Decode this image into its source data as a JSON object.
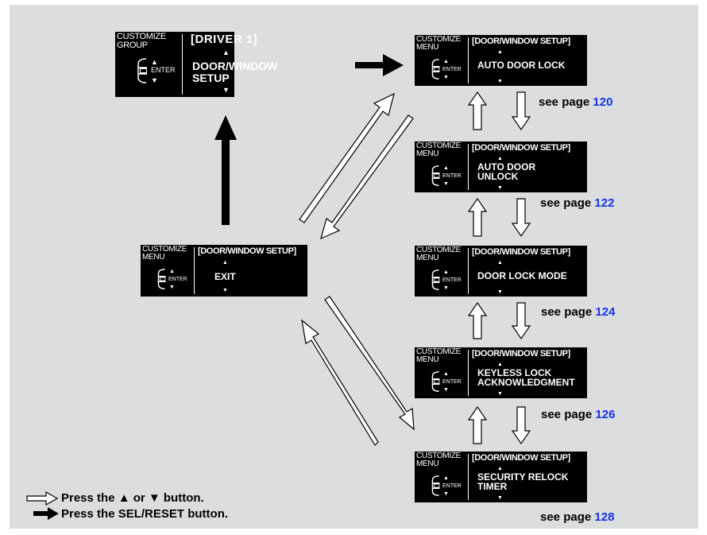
{
  "top_screen": {
    "left_label": "CUSTOMIZE\nGROUP",
    "enter": "ENTER",
    "header": "[DRIVER 1]",
    "item": "DOOR/WINDOW\nSETUP"
  },
  "exit_screen": {
    "left_label": "CUSTOMIZE\nMENU",
    "enter": "ENTER",
    "header": "[DOOR/WINDOW SETUP]",
    "item": "EXIT"
  },
  "menu_screens": [
    {
      "left_label": "CUSTOMIZE\nMENU",
      "enter": "ENTER",
      "header": "[DOOR/WINDOW SETUP]",
      "item": "AUTO DOOR LOCK",
      "see_label": "see page",
      "page": "120"
    },
    {
      "left_label": "CUSTOMIZE\nMENU",
      "enter": "ENTER",
      "header": "[DOOR/WINDOW SETUP]",
      "item": "AUTO DOOR\nUNLOCK",
      "see_label": "see page",
      "page": "122"
    },
    {
      "left_label": "CUSTOMIZE\nMENU",
      "enter": "ENTER",
      "header": "[DOOR/WINDOW SETUP]",
      "item": "DOOR LOCK MODE",
      "see_label": "see page",
      "page": "124"
    },
    {
      "left_label": "CUSTOMIZE\nMENU",
      "enter": "ENTER",
      "header": "[DOOR/WINDOW SETUP]",
      "item": "KEYLESS LOCK\nACKNOWLEDGMENT",
      "see_label": "see page",
      "page": "126"
    },
    {
      "left_label": "CUSTOMIZE\nMENU",
      "enter": "ENTER",
      "header": "[DOOR/WINDOW SETUP]",
      "item": "SECURITY RELOCK\nTIMER",
      "see_label": "see page",
      "page": "128"
    }
  ],
  "legend": {
    "hollow": "Press the ▲ or ▼ button.",
    "solid": "Press the SEL/RESET button."
  },
  "colors": {
    "page_number": "#1432e6",
    "panel": "#dcdddf",
    "screen": "#000000"
  }
}
